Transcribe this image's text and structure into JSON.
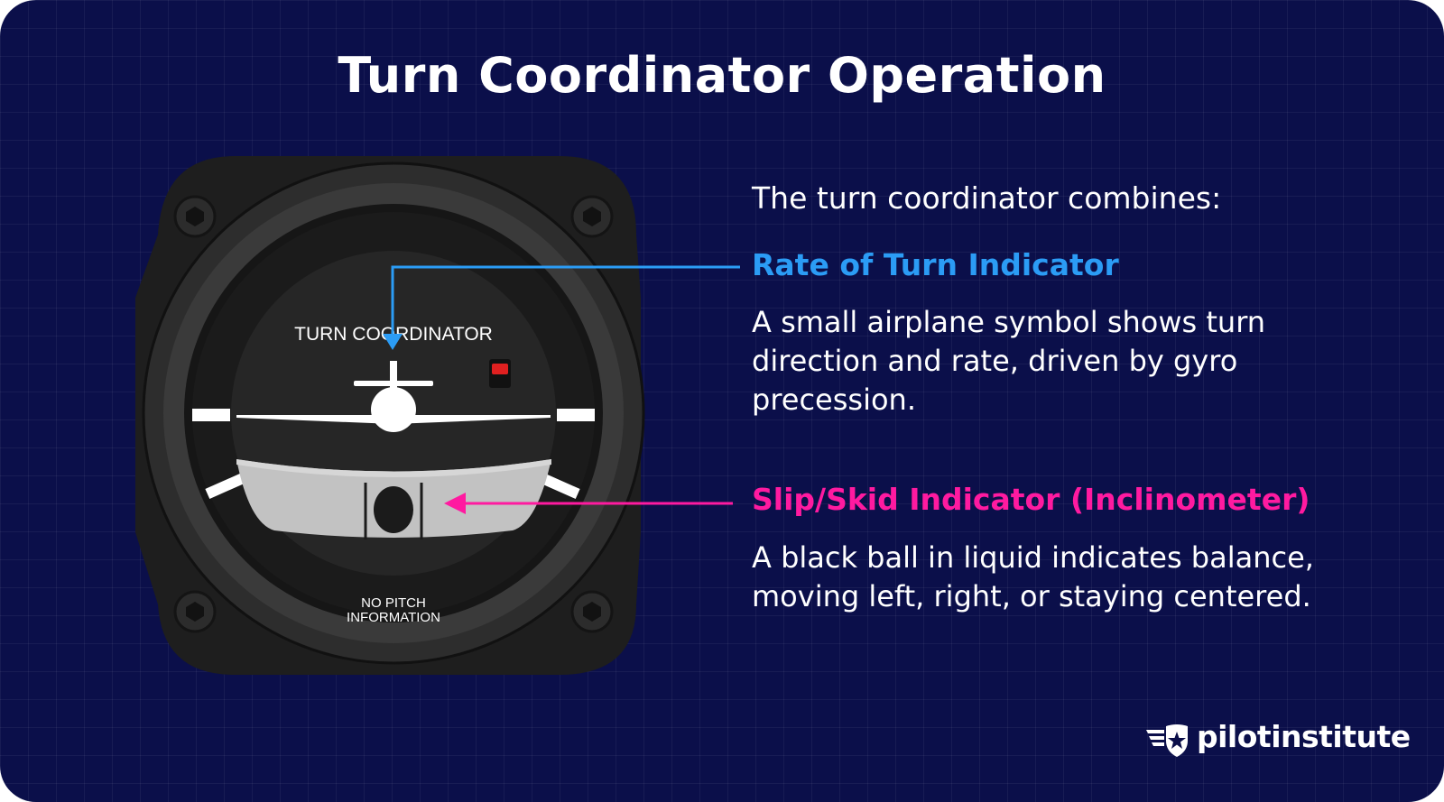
{
  "title": "Turn Coordinator Operation",
  "instrument": {
    "face_label": "TURN COORDINATOR",
    "bottom_label_line1": "NO PITCH",
    "bottom_label_line2": "INFORMATION"
  },
  "intro": "The turn coordinator combines:",
  "sections": [
    {
      "heading": "Rate of Turn Indicator",
      "body": "A small airplane symbol shows turn direction and rate, driven by gyro precession."
    },
    {
      "heading": "Slip/Skid Indicator (Inclinometer)",
      "body": "A black ball in liquid indicates balance, moving left, right, or staying centered."
    }
  ],
  "brand": {
    "name": "pilotinstitute"
  },
  "colors": {
    "background": "#0b0f4a",
    "rate_accent": "#2b9cf5",
    "slip_accent": "#ff1aa0",
    "instrument_red_light": "#e02020"
  }
}
